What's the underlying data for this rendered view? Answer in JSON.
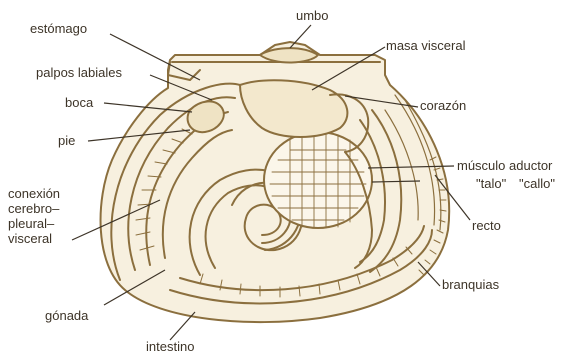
{
  "labels": {
    "estomago": "estómago",
    "umbo": "umbo",
    "masa_visceral": "masa visceral",
    "palpos_labiales": "palpos labiales",
    "corazon": "corazón",
    "boca": "boca",
    "pie": "pie",
    "musculo_aductor": "músculo aductor",
    "talo": "\"talo\"",
    "callo": "\"callo\"",
    "conexion_line1": "conexión",
    "conexion_line2": "cerebro–",
    "conexion_line3": "pleural–",
    "conexion_line4": "visceral",
    "recto": "recto",
    "branquias": "branquias",
    "gonada": "gónada",
    "intestino": "intestino"
  },
  "colors": {
    "ink": "#8b6f3e",
    "shell_fill": "#f7f0df",
    "text": "#3d3428"
  }
}
